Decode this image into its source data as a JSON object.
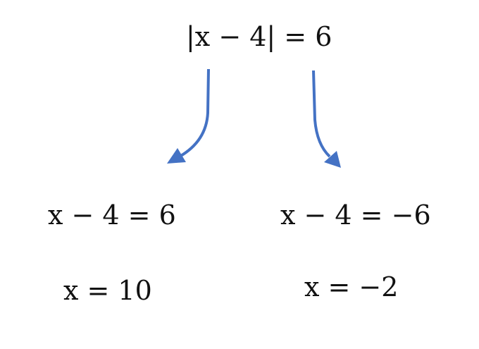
{
  "top_equation": "|x − 4| = 6",
  "left_branch": {
    "step": "x − 4 = 6",
    "result": "x = 10"
  },
  "right_branch": {
    "step": "x − 4 = −6",
    "result": "x = −2"
  },
  "colors": {
    "arrow": "#4472C4",
    "text": "#111111"
  }
}
